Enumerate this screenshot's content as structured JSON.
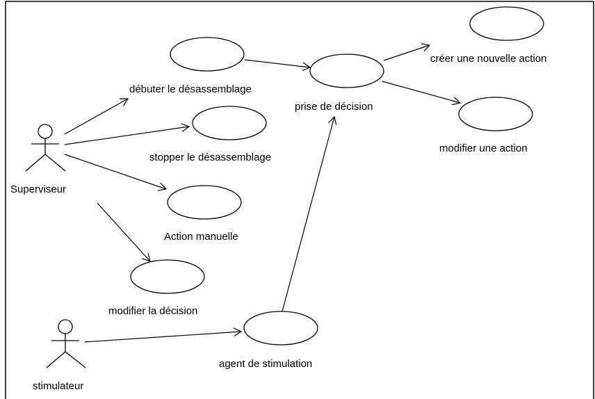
{
  "diagram": {
    "type": "use-case",
    "actors": {
      "superviseur": "Superviseur",
      "stimulateur": "stimulateur"
    },
    "use_cases": {
      "debuter": "débuter le désassemblage",
      "stopper": "stopper le désassemblage",
      "action_manuelle": "Action manuelle",
      "modifier_decision": "modifier la décision",
      "prise_decision": "prise de décision",
      "creer_action": "créer une nouvelle action",
      "modifier_action": "modifier une action",
      "agent_stimulation": "agent de stimulation"
    },
    "associations": [
      {
        "from": "Superviseur",
        "to": "débuter le désassemblage"
      },
      {
        "from": "Superviseur",
        "to": "stopper le désassemblage"
      },
      {
        "from": "Superviseur",
        "to": "Action manuelle"
      },
      {
        "from": "Superviseur",
        "to": "modifier la décision"
      },
      {
        "from": "débuter le désassemblage",
        "to": "prise de décision"
      },
      {
        "from": "prise de décision",
        "to": "créer une nouvelle action"
      },
      {
        "from": "prise de décision",
        "to": "modifier une action"
      },
      {
        "from": "stimulateur",
        "to": "agent de stimulation"
      },
      {
        "from": "agent de stimulation",
        "to": "prise de décision"
      }
    ]
  }
}
